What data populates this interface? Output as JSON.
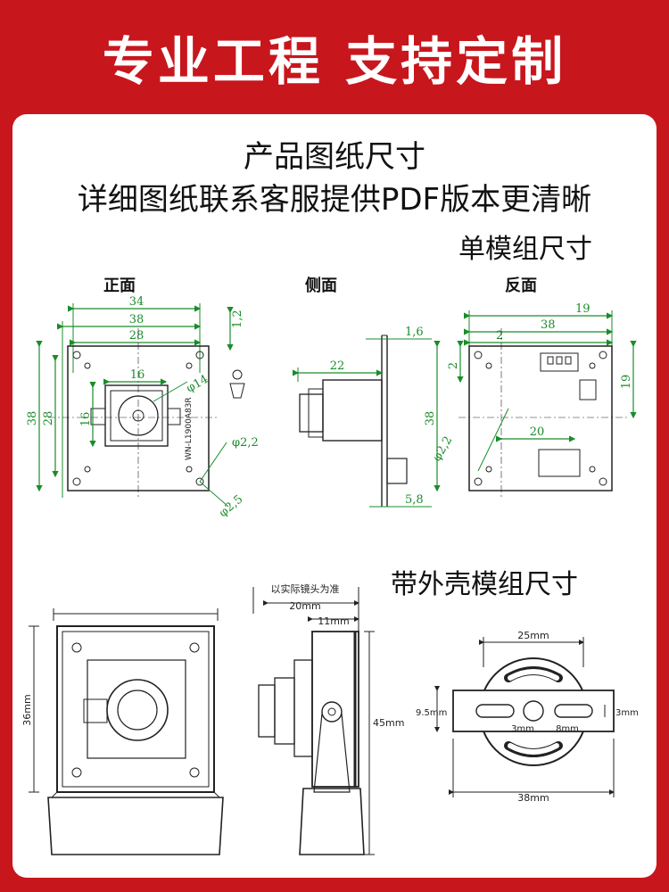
{
  "banner": {
    "title": "专业工程 支持定制"
  },
  "header": {
    "title": "产品图纸尺寸",
    "subtitle": "详细图纸联系客服提供PDF版本更清晰"
  },
  "sections": {
    "single_module": "单模组尺寸",
    "housing_module": "带外壳模组尺寸"
  },
  "views": {
    "front": "正面",
    "side": "侧面",
    "back": "反面"
  },
  "front_dims": {
    "w34": "34",
    "w38": "38",
    "w28": "28",
    "h1_2": "1,2",
    "w16": "16",
    "phi14": "φ14",
    "h38": "38",
    "h28": "28",
    "h16": "16",
    "phi2_2": "φ2,2",
    "phi2_5": "φ2,5",
    "board_text": "WN-L1900A83R"
  },
  "side_dims": {
    "d1_6": "1,6",
    "d22": "22",
    "d5_8": "5,8"
  },
  "back_dims": {
    "w19": "19",
    "w38": "38",
    "w2": "2",
    "h2": "2",
    "h19": "19",
    "h38": "38",
    "w20": "20",
    "phi2_2": "φ2,2"
  },
  "housing_dims": {
    "note": "以实际镜头为准",
    "d20": "20mm",
    "d11": "11mm",
    "d45": "45mm",
    "d36": "36mm",
    "d25": "25mm",
    "d9_5": "9.5mm",
    "d3a": "3mm",
    "d3b": "3mm",
    "d8": "8mm",
    "d38": "38mm"
  },
  "colors": {
    "banner": "#c8161d",
    "dim_line": "#1a8c2a",
    "drawing": "#222222"
  }
}
